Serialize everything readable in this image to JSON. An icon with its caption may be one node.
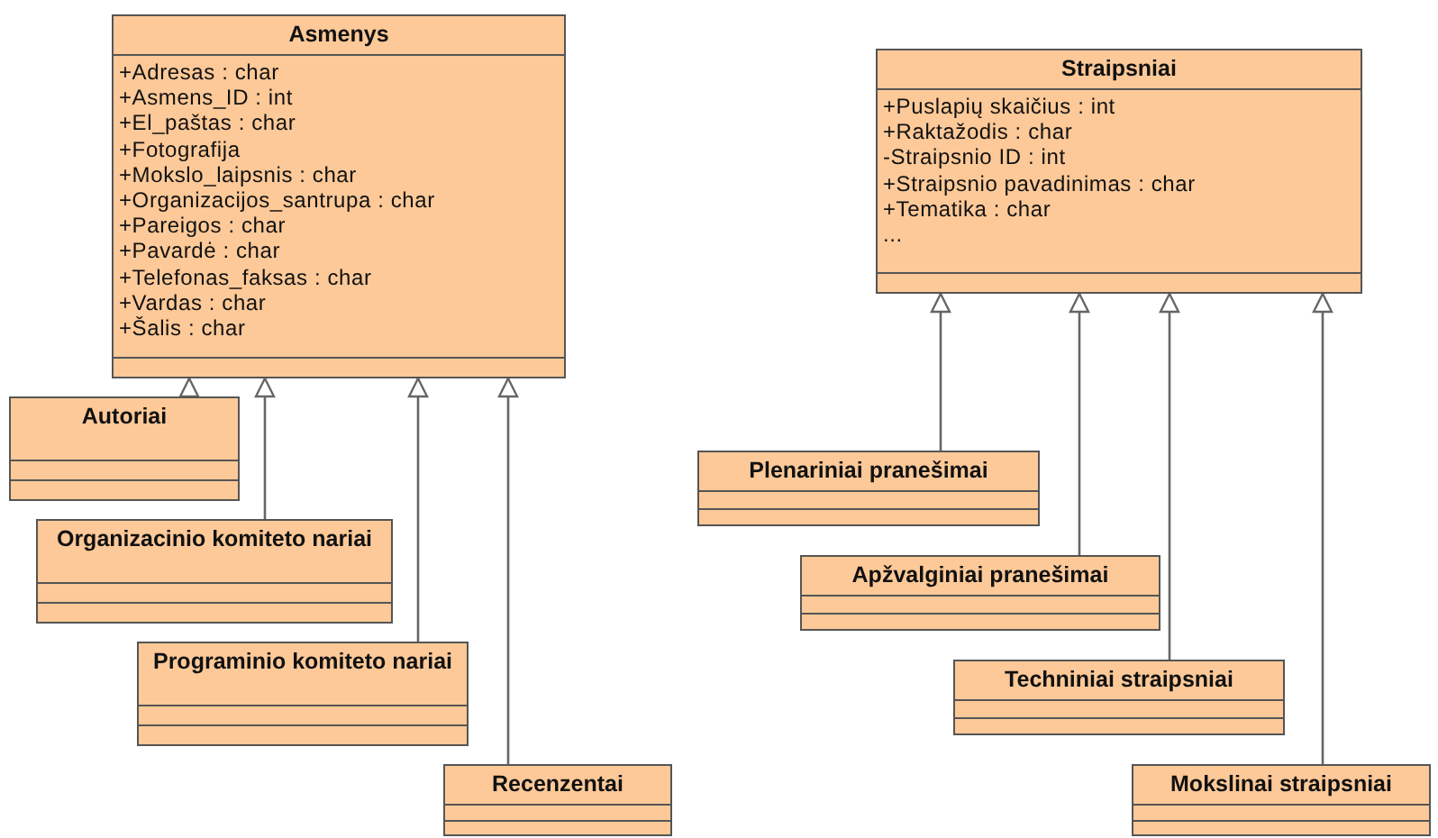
{
  "diagram": {
    "nodes": [
      {
        "text": [
          "Asmenys",
          "+Adresas : char",
          "+Asmens_ID : int",
          "+El_paštas : char",
          "+Fotografija",
          "+Mokslo_laipsnis  : char",
          "+Organizacijos_santrupa : char",
          "+Pareigos : char",
          "+Pavardė : char",
          "+Telefonas_faksas : char",
          "+Vardas : char",
          "+Šalis : char"
        ]
      },
      {
        "text": [
          "Autoriai"
        ]
      },
      {
        "text": [
          "Organizacinio komiteto nariai"
        ]
      },
      {
        "text": [
          "Programinio komiteto nariai"
        ]
      },
      {
        "text": [
          "Recenzentai"
        ]
      },
      {
        "text": [
          "Straipsniai",
          "+Puslapių skaičius : int",
          "+Raktažodis : char",
          "-Straipsnio ID : int",
          "+Straipsnio pavadinimas : char",
          "+Tematika : char",
          "..."
        ]
      },
      {
        "text": [
          "Plenariniai pranešimai"
        ]
      },
      {
        "text": [
          "Apžvalginiai pranešimai"
        ]
      },
      {
        "text": [
          "Techniniai straipsniai"
        ]
      },
      {
        "text": [
          "Mokslinai straipsniai"
        ]
      }
    ],
    "edges": [
      {
        "from": 1,
        "to": 0,
        "arrow": "to"
      },
      {
        "from": 2,
        "to": 0,
        "arrow": "to"
      },
      {
        "from": 3,
        "to": 0,
        "arrow": "to"
      },
      {
        "from": 4,
        "to": 0,
        "arrow": "to"
      },
      {
        "from": 6,
        "to": 5,
        "arrow": "to"
      },
      {
        "from": 7,
        "to": 5,
        "arrow": "to"
      },
      {
        "from": 8,
        "to": 5,
        "arrow": "to"
      },
      {
        "from": 9,
        "to": 5,
        "arrow": "to"
      }
    ]
  }
}
